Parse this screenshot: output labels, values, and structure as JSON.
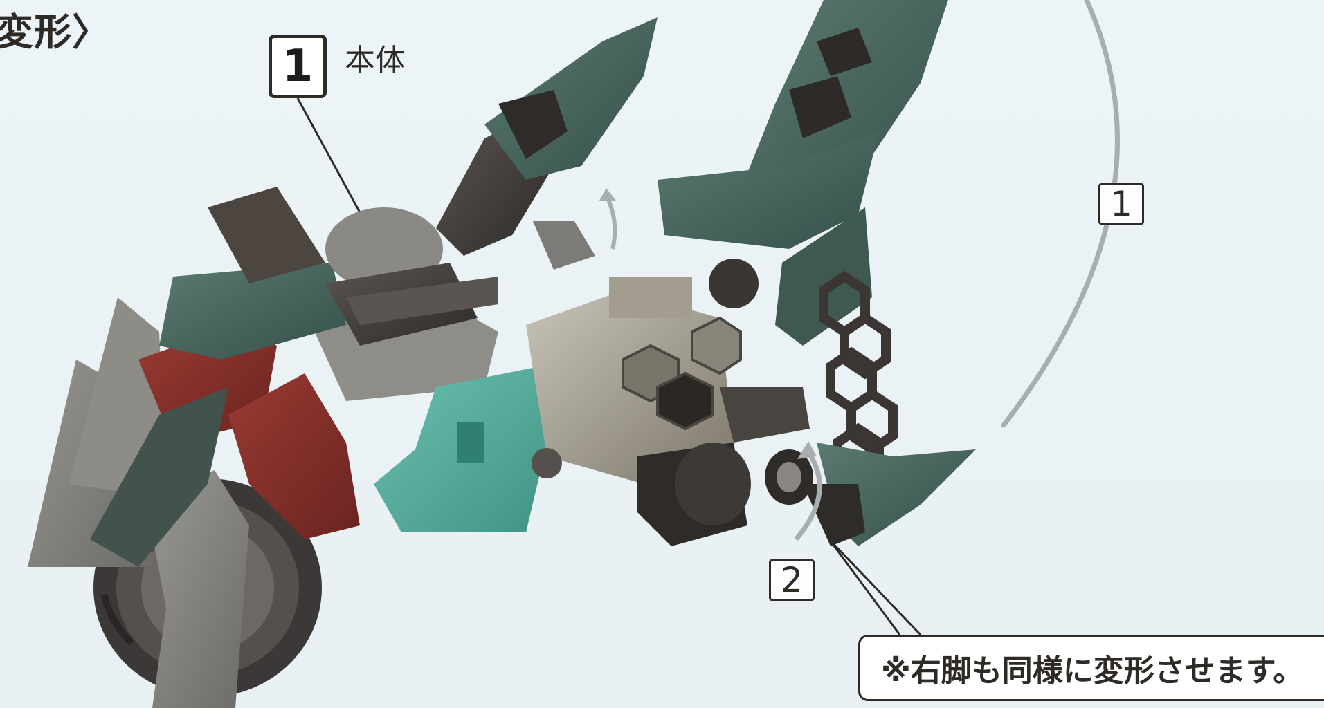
{
  "heading": "変形〉",
  "step": {
    "number": "1",
    "label": "本体"
  },
  "markers": {
    "first": "1",
    "second": "2"
  },
  "note": "※右脚も同様に変形させます。",
  "colors": {
    "background": "#eaf1f5",
    "armor_dark_green": "#3f5c52",
    "armor_gray": "#7c7b77",
    "armor_red": "#7e2c27",
    "armor_teal": "#4fa898",
    "frame_dark": "#3b3633",
    "arc_gray": "#a8adb0",
    "text": "#2e2a26"
  }
}
